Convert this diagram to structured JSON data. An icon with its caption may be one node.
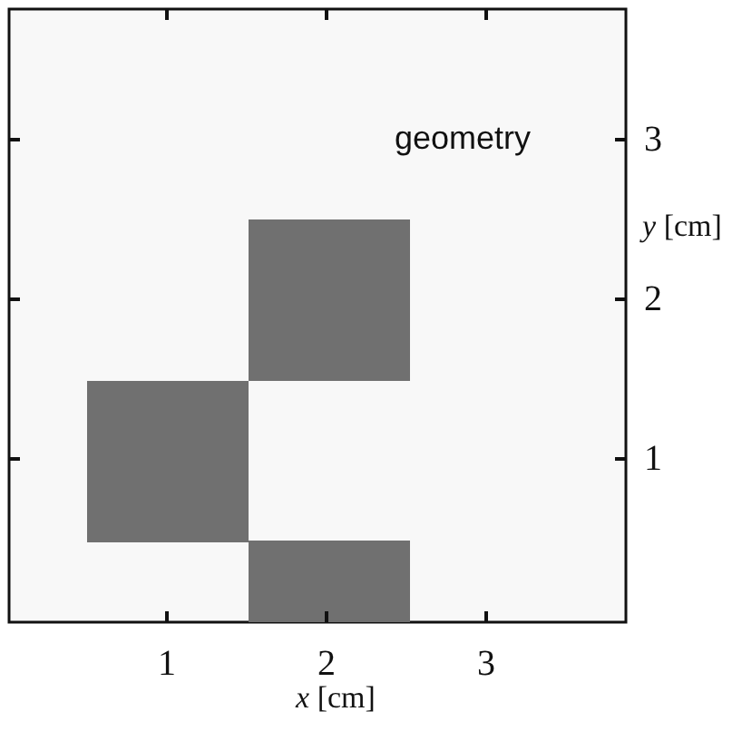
{
  "diagram": {
    "labels": [
      "geometry",
      "3",
      "*y* [cm]",
      "2",
      "1",
      "1",
      "2",
      "3",
      "*x* [cm]"
    ]
  }
}
